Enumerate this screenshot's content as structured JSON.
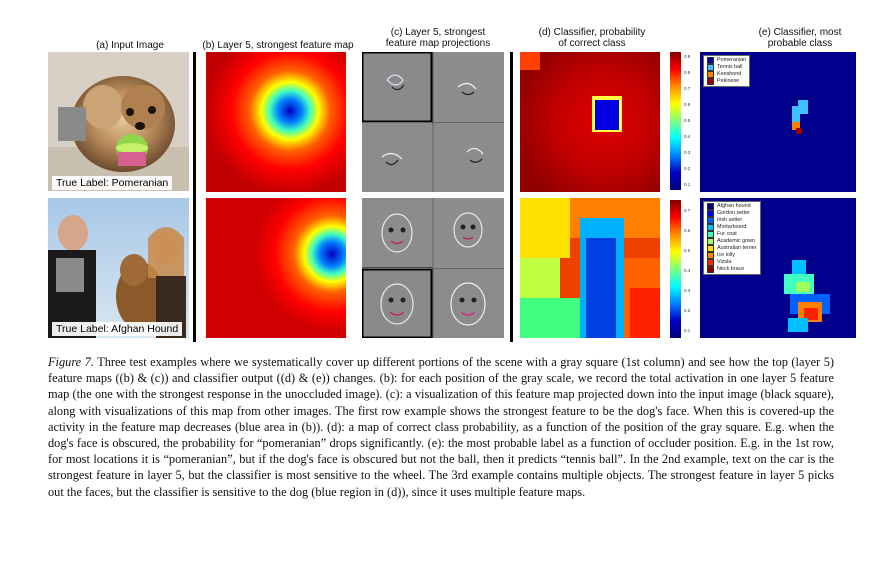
{
  "headers": {
    "a": "(a) Input Image",
    "b": "(b) Layer 5, strongest feature map",
    "c1": "(c) Layer 5, strongest",
    "c2": "feature map projections",
    "d1": "(d) Classifier, probability",
    "d2": "of correct class",
    "e1": "(e) Classifier, most",
    "e2": "probable class"
  },
  "rows": [
    {
      "true_label": "True Label: Pomeranian",
      "legend": [
        "Pomeranian",
        "Tennis ball",
        "Keeshond",
        "Pekinese"
      ],
      "legend_colors": [
        "#0000a0",
        "#40c0ff",
        "#ff8000",
        "#a00000"
      ],
      "colorbar_ticks": [
        "0.9",
        "0.8",
        "0.7",
        "0.6",
        "0.5",
        "0.4",
        "0.3",
        "0.2",
        "0.1"
      ]
    },
    {
      "true_label": "True Label: Afghan Hound",
      "legend": [
        "Afghan hound",
        "Gordon setter",
        "Irish setter",
        "Mortarboard",
        "Fur coat",
        "Academic gown",
        "Australian terrier",
        "Ice lolly",
        "Vizsla",
        "Neck brace"
      ],
      "legend_colors": [
        "#00007f",
        "#0000ff",
        "#0060ff",
        "#00c0ff",
        "#40ffc0",
        "#a0ff60",
        "#ffe000",
        "#ff8000",
        "#ff2000",
        "#900000"
      ],
      "colorbar_ticks": [
        "0.7",
        "0.6",
        "0.5",
        "0.4",
        "0.3",
        "0.2",
        "0.1"
      ]
    }
  ],
  "caption": {
    "label": "Figure 7.",
    "text": "Three test examples where we systematically cover up different portions of the scene with a gray square (1st column) and see how the top (layer 5) feature maps ((b) & (c)) and classifier output ((d) & (e)) changes. (b): for each position of the gray scale, we record the total activation in one layer 5 feature map (the one with the strongest response in the unoccluded image). (c): a visualization of this feature map projected down into the input image (black square), along with visualizations of this map from other images. The first row example shows the strongest feature to be the dog's face. When this is covered-up the activity in the feature map decreases (blue area in (b)). (d): a map of correct class probability, as a function of the position of the gray square. E.g. when the dog's face is obscured, the probability for “pomeranian” drops significantly. (e): the most probable label as a function of occluder position. E.g. in the 1st row, for most locations it is “pomeranian”, but if the dog's face is obscured but not the ball, then it predicts “tennis ball”. In the 2nd example, text on the car is the strongest feature in layer 5, but the classifier is most sensitive to the wheel. The 3rd example contains multiple objects. The strongest feature in layer 5 picks out the faces, but the classifier is sensitive to the dog (blue region in (d)), since it uses multiple feature maps."
  }
}
